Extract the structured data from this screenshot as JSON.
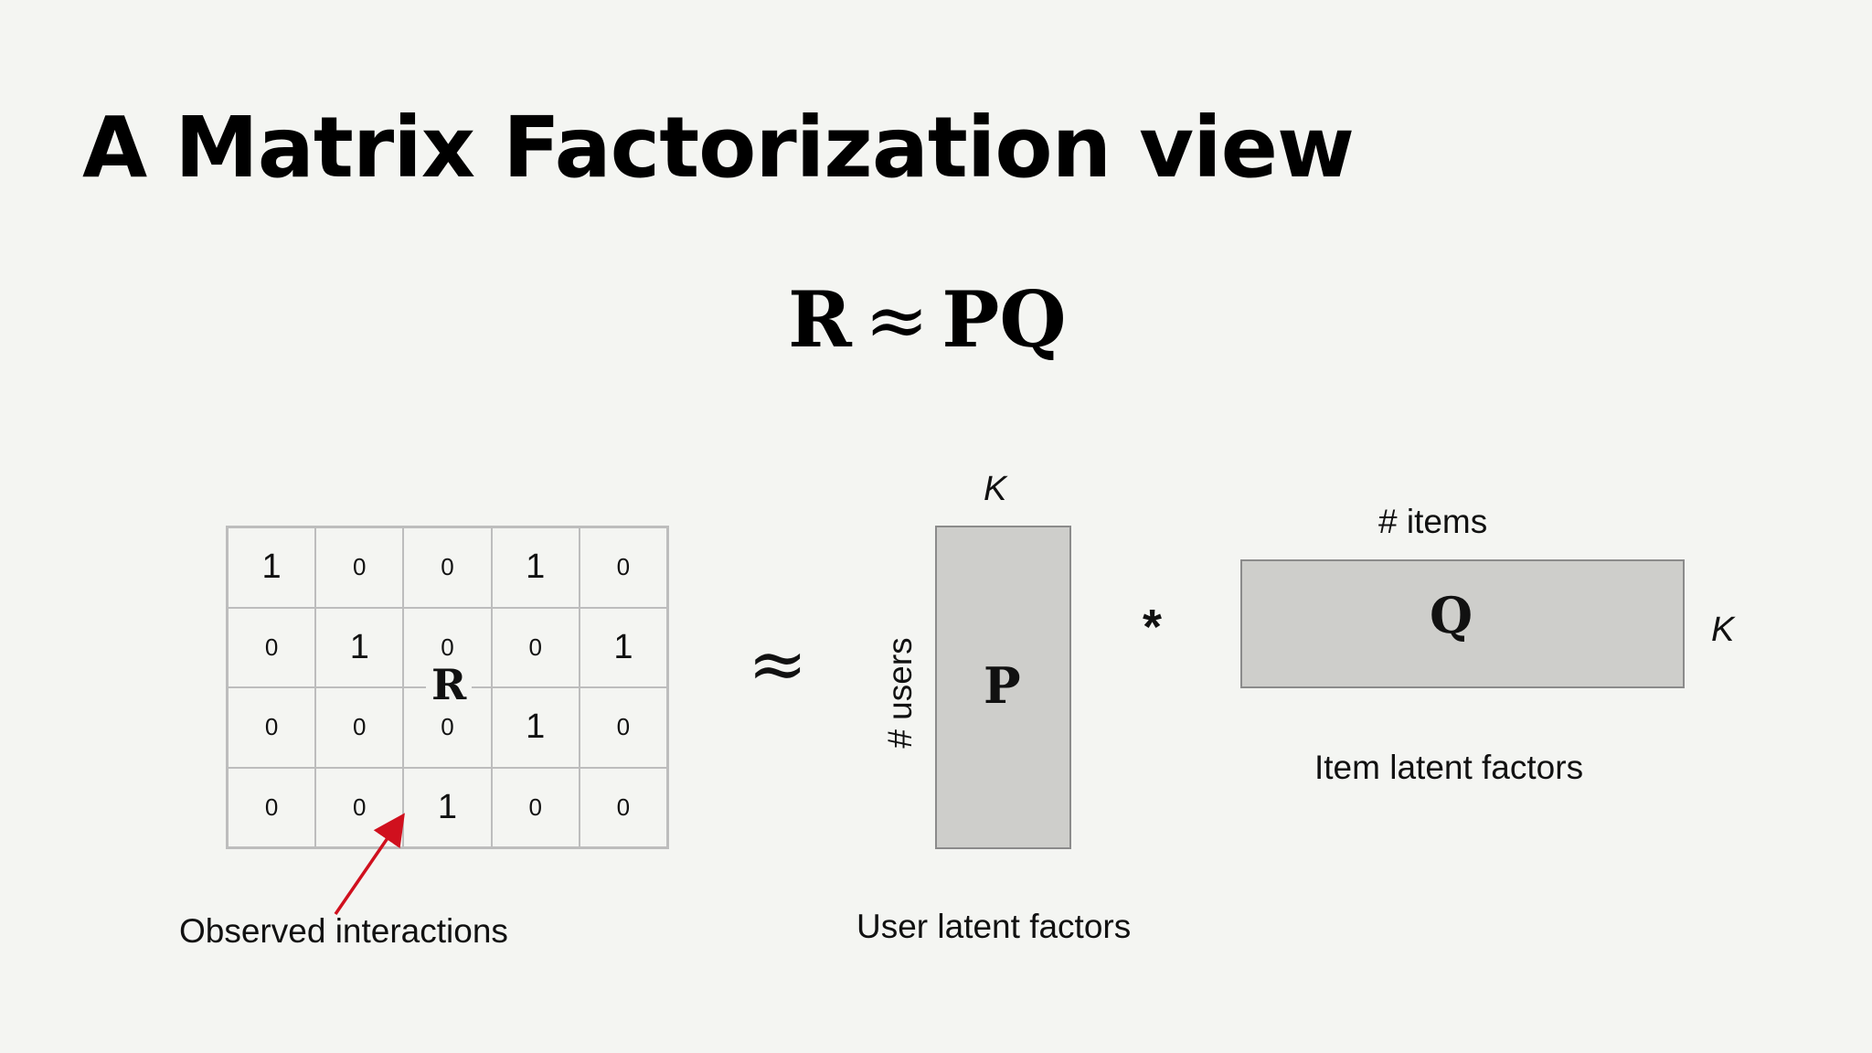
{
  "title": "A Matrix Factorization view",
  "equation": {
    "left": "R",
    "approx": "≈",
    "right": "PQ"
  },
  "r_matrix": {
    "label": "R",
    "rows": [
      [
        "1",
        "0",
        "0",
        "1",
        "0"
      ],
      [
        "0",
        "1",
        "0",
        "0",
        "1"
      ],
      [
        "0",
        "0",
        "0",
        "1",
        "0"
      ],
      [
        "0",
        "0",
        "1",
        "0",
        "0"
      ]
    ]
  },
  "approx_symbol": "≈",
  "observed_label": "Observed interactions",
  "p_matrix": {
    "label": "P",
    "top_dim": "K",
    "side_dim": "# users",
    "caption": "User latent factors"
  },
  "multiply_symbol": "*",
  "q_matrix": {
    "label": "Q",
    "top_dim": "# items",
    "side_dim": "K",
    "caption": "Item latent factors"
  },
  "colors": {
    "background": "#f4f5f2",
    "matrix_fill": "#cececb",
    "arrow": "#d0101e"
  }
}
